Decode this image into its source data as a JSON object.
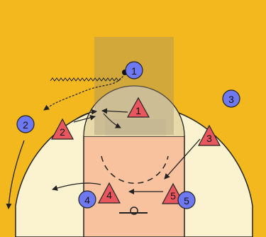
{
  "colors": {
    "court_yellow": "#F2B81E",
    "arc_cream": "#FBF3CF",
    "lane_salmon": "#F7C29D",
    "guide_tan": "#C79A2A",
    "offense_blue": "#6E78F0",
    "defense_red": "#E8575E",
    "line_black": "#222222"
  },
  "offense": [
    {
      "label": "1"
    },
    {
      "label": "2"
    },
    {
      "label": "3"
    },
    {
      "label": "4"
    },
    {
      "label": "5"
    }
  ],
  "defense": [
    {
      "label": "1"
    },
    {
      "label": "2"
    },
    {
      "label": "3"
    },
    {
      "label": "4"
    },
    {
      "label": "5"
    }
  ]
}
